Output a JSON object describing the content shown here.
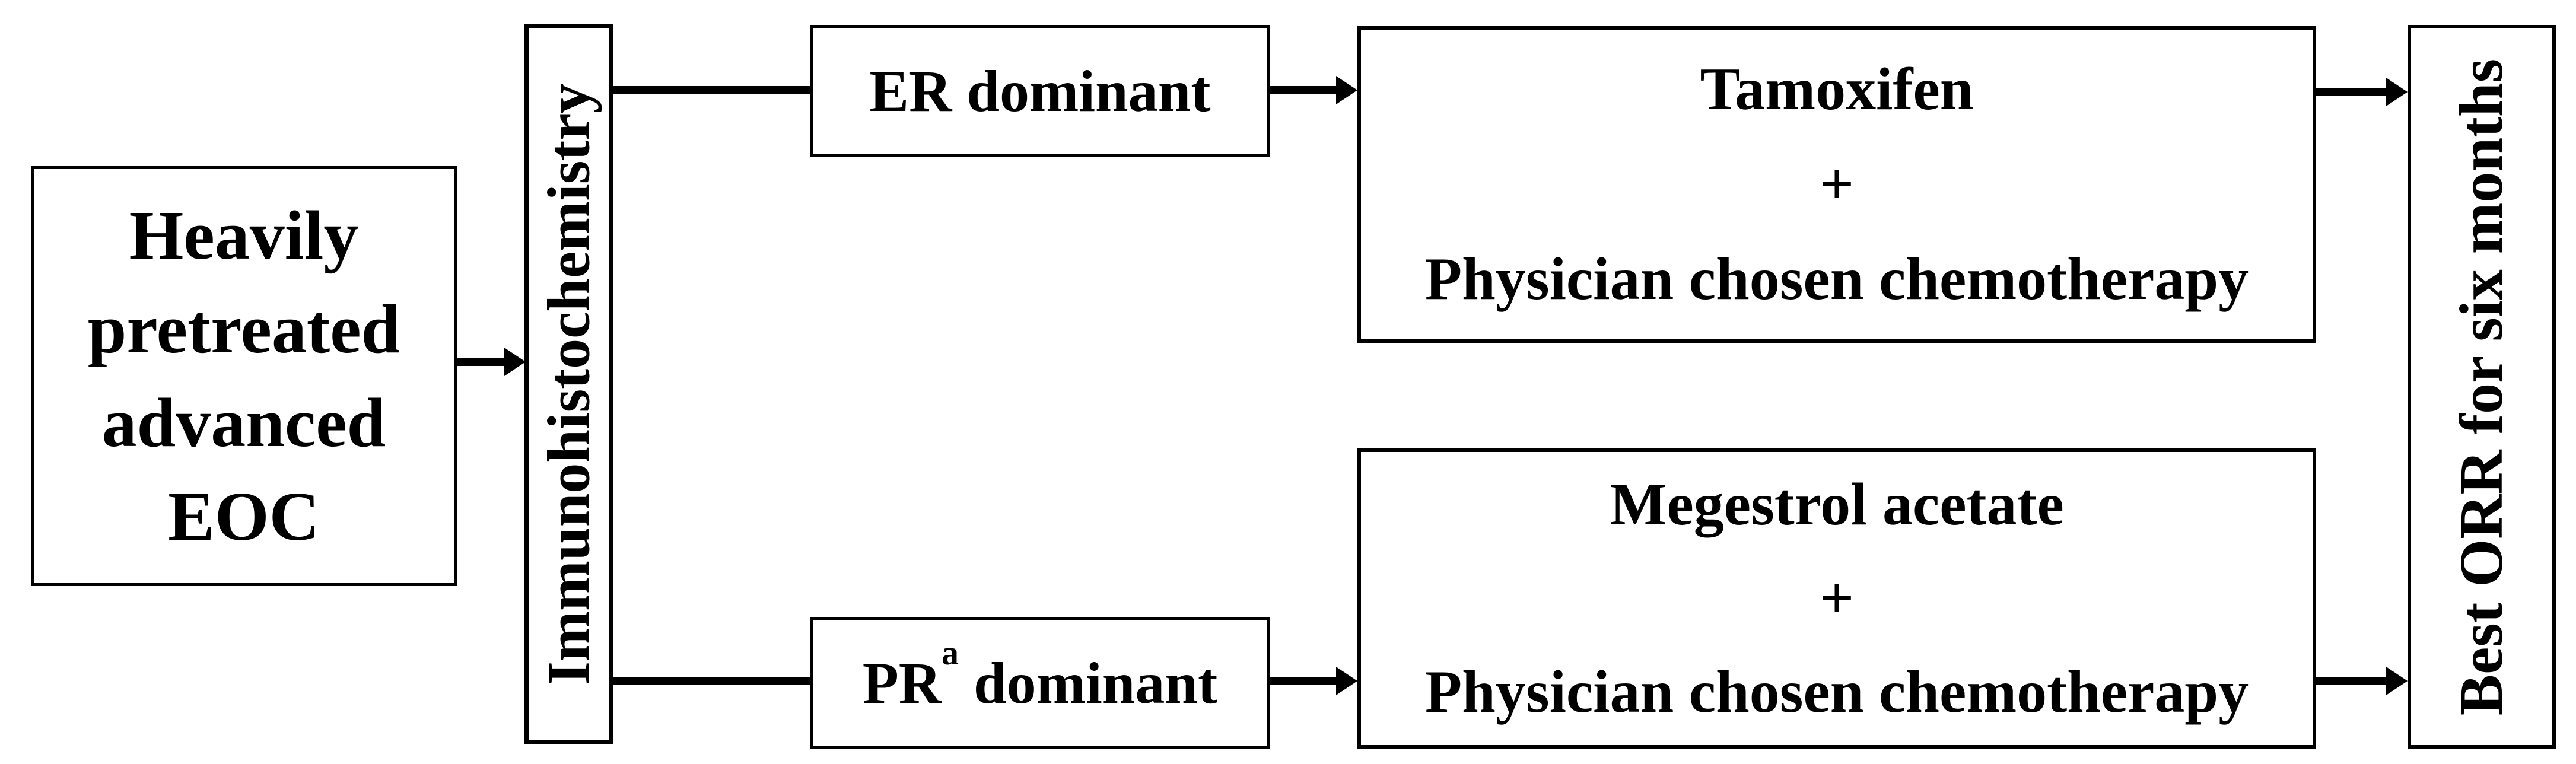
{
  "figure": {
    "type": "clinical-trial-flowchart",
    "colors": {
      "background": "#ffffff",
      "line": "#000000",
      "text": "#000000"
    }
  },
  "nodes": {
    "patient": {
      "lines": [
        "Heavily",
        "pretreated",
        "advanced",
        "EOC"
      ]
    },
    "ihc": {
      "label": "Immunohistochemistry"
    },
    "er": {
      "label": "ER dominant"
    },
    "pr": {
      "prefix": "PR",
      "superscript": "a",
      "suffix": "dominant"
    },
    "tamoxifen": {
      "drug": "Tamoxifen",
      "plus": "+",
      "chemo": "Physician chosen chemotherapy"
    },
    "megestrol": {
      "drug": "Megestrol acetate",
      "plus": "+",
      "chemo": "Physician chosen chemotherapy"
    },
    "orr": {
      "label": "Best ORR for six months"
    }
  }
}
